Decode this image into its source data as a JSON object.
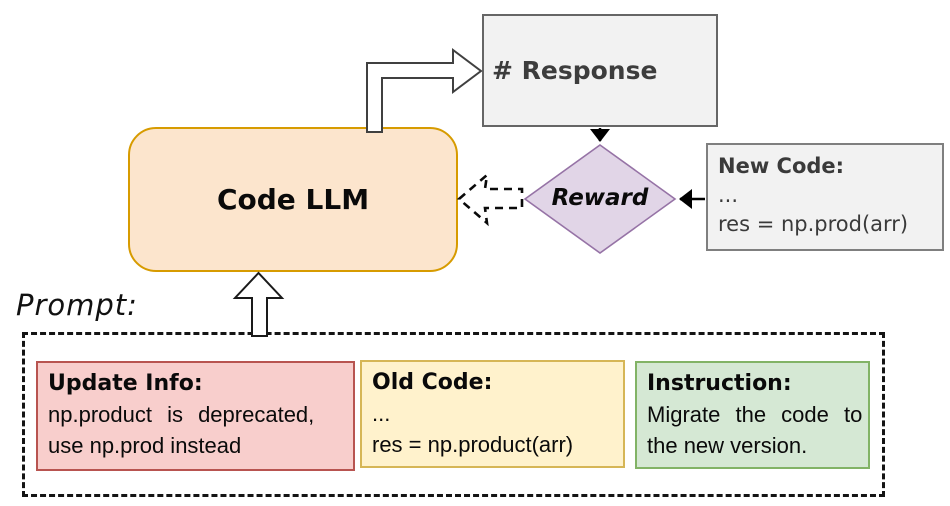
{
  "nodes": {
    "code_llm": {
      "label": "Code LLM",
      "fill": "#FCE5CD",
      "border": "#D79B00"
    },
    "response": {
      "label": "# Response",
      "fill": "#F2F2F2",
      "border": "#666666",
      "text_color": "#3D3D3D"
    },
    "reward": {
      "label": "Reward",
      "fill": "#E1D5E7",
      "border": "#9673A6"
    },
    "new_code": {
      "title": "New Code:",
      "ellipsis": "...",
      "code": "res = np.prod(arr)",
      "fill": "#F2F2F2",
      "border": "#7F7F7F",
      "text_color": "#3A3A3A"
    }
  },
  "prompt": {
    "label": "Prompt:",
    "update_info": {
      "title": "Update Info:",
      "line1": "np.product is deprecated,",
      "line2": "use np.prod instead",
      "fill": "#F8CECC",
      "border": "#B85450"
    },
    "old_code": {
      "title": "Old Code:",
      "ellipsis": "...",
      "code": "res = np.product(arr)",
      "fill": "#FFF2CC",
      "border": "#D6B656"
    },
    "instruction": {
      "title": "Instruction:",
      "line1": "Migrate the code to",
      "line2": "the new version.",
      "fill": "#D5E8D4",
      "border": "#82B366"
    }
  }
}
